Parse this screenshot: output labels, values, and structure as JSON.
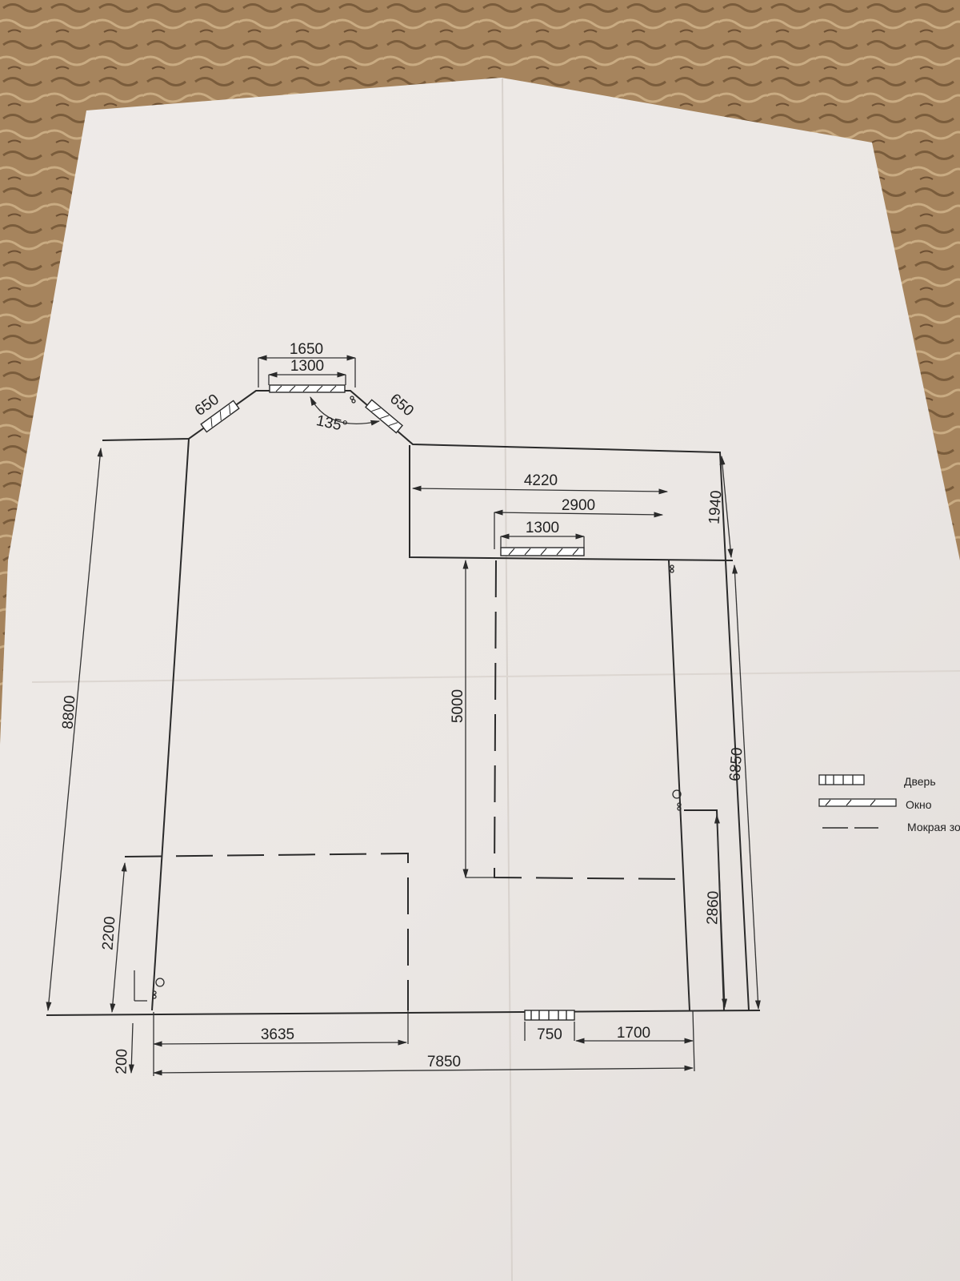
{
  "plan": {
    "dimensions": {
      "bay_width": "1650",
      "bay_window": "1300",
      "bay_side_left": "650",
      "bay_side_right": "650",
      "bay_angle": "135°",
      "right_offset_width": "4220",
      "right_inner_width": "2900",
      "right_window": "1300",
      "right_step_height": "1940",
      "left_height": "8800",
      "right_height": "6850",
      "wet_zone_right_height": "5000",
      "wet_zone_left_height": "2200",
      "lower_right_height": "2860",
      "bottom_left_segment": "3635",
      "door_width": "750",
      "bottom_right_segment": "1700",
      "total_width": "7850",
      "corner_offset": "200"
    },
    "legend": {
      "door": "Дверь",
      "window": "Окно",
      "wet_zone": "Мокрая зо"
    }
  },
  "colors": {
    "carpet": "#a8865f",
    "paper": "#ede9e6",
    "ink": "#2a2a2a"
  }
}
